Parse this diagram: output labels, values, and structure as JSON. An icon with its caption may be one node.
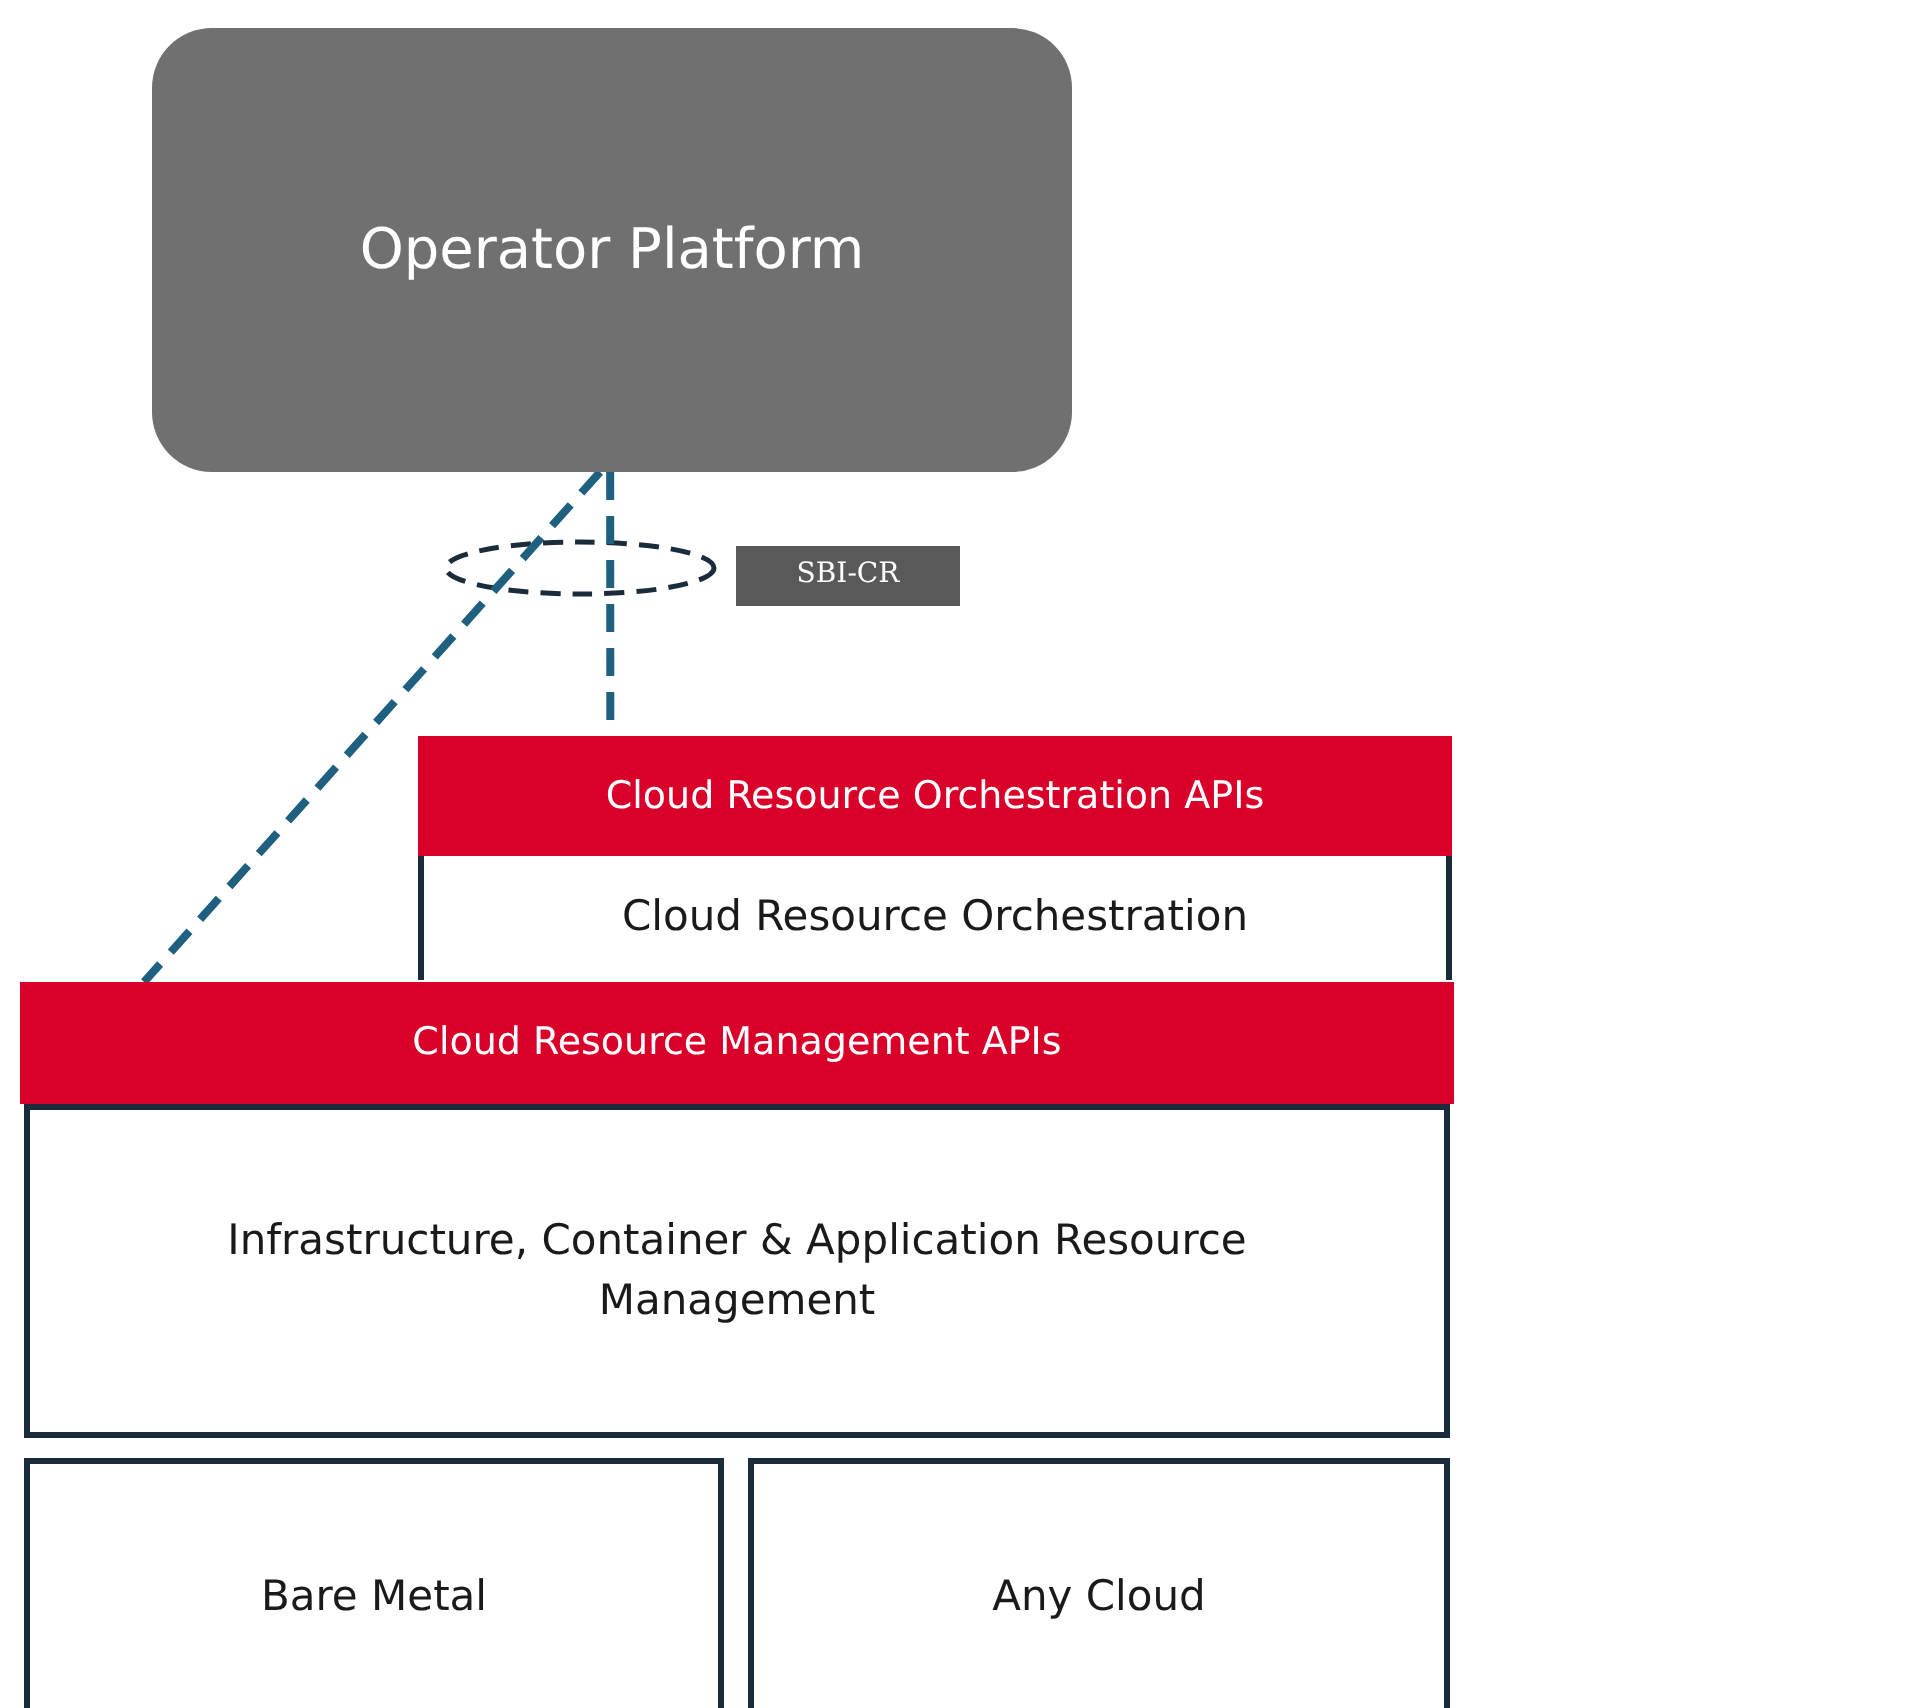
{
  "diagram": {
    "nodes": [
      {
        "text": [
          "Operator Platform"
        ]
      },
      {
        "text": [
          "SBI-CR"
        ]
      },
      {
        "text": [
          "Cloud Resource Orchestration APIs"
        ]
      },
      {
        "text": [
          "Cloud Resource Orchestration"
        ]
      },
      {
        "text": [
          "Cloud Resource Management APIs"
        ]
      },
      {
        "text": [
          "Infrastructure, Container & Application Resource Management"
        ]
      },
      {
        "text": [
          "Bare Metal"
        ]
      },
      {
        "text": [
          "Any Cloud"
        ]
      }
    ],
    "edges": [
      {
        "from": 0,
        "to": 2,
        "arrow": "none",
        "style": "dashed"
      },
      {
        "from": 0,
        "to": 4,
        "arrow": "none",
        "style": "dashed"
      }
    ]
  }
}
